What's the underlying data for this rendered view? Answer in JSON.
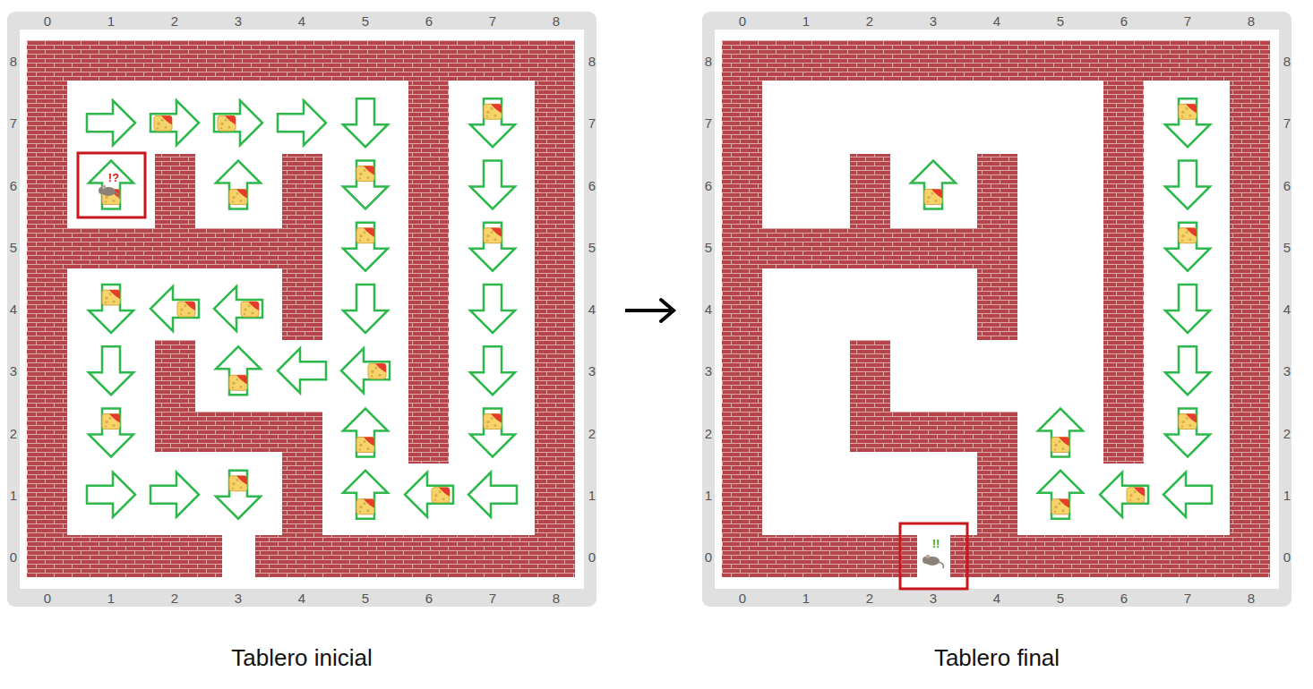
{
  "diagram": {
    "nodes": [
      {
        "text": [
          "Tablero inicial"
        ]
      },
      {
        "text": [
          "Tablero final"
        ]
      }
    ],
    "edges": [
      {
        "from": 0,
        "to": 1,
        "arrow": "to"
      }
    ],
    "labels": [
      "0",
      "1",
      "2",
      "3",
      "4",
      "5",
      "6",
      "7",
      "8",
      "0",
      "1",
      "2",
      "3",
      "4",
      "5",
      "6",
      "7",
      "8",
      "8",
      "7",
      "6",
      "5",
      "4",
      "3",
      "2",
      "1",
      "0",
      "8",
      "7",
      "6",
      "5",
      "4",
      "3",
      "2",
      "1",
      "0",
      "!?",
      "0",
      "1",
      "2",
      "3",
      "4",
      "5",
      "6",
      "7",
      "8",
      "0",
      "1",
      "2",
      "3",
      "4",
      "5",
      "6",
      "7",
      "8",
      "8",
      "7",
      "6",
      "5",
      "4",
      "3",
      "2",
      "1",
      "0",
      "8",
      "7",
      "6",
      "5",
      "4",
      "3",
      "2",
      "1",
      "0",
      "!!"
    ]
  }
}
